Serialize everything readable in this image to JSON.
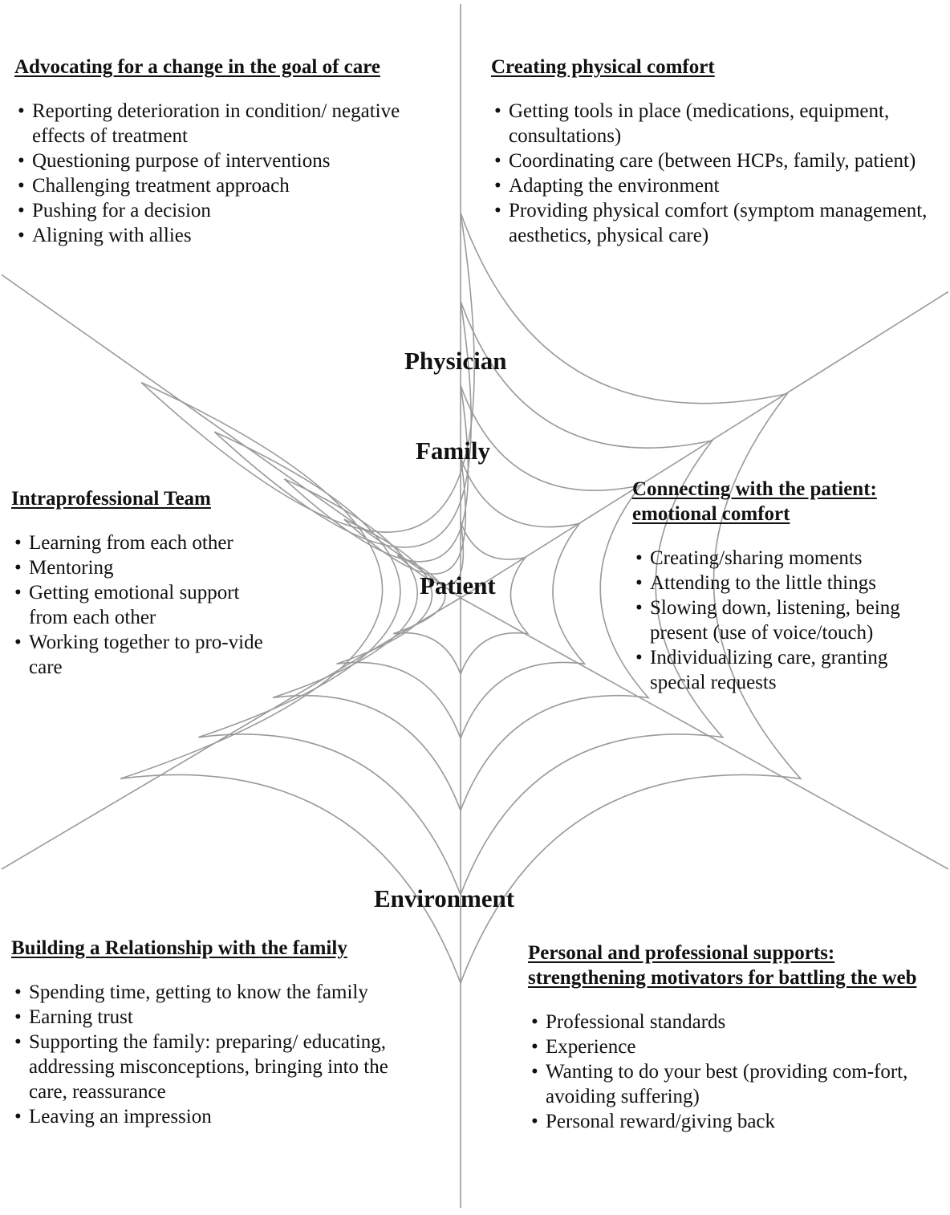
{
  "diagram": {
    "center_labels": {
      "physician": "Physician",
      "family": "Family",
      "patient": "Patient",
      "environment": "Environment"
    },
    "sections": {
      "advocating": {
        "heading": "Advocating for a change in the goal of care",
        "items": [
          "Reporting deterioration in condition/ negative effects of treatment",
          "Questioning purpose of interventions",
          "Challenging treatment approach",
          "Pushing for a decision",
          "Aligning with allies"
        ]
      },
      "physical_comfort": {
        "heading": "Creating physical comfort",
        "items": [
          "Getting tools in place (medications, equipment, consultations)",
          "Coordinating care (between HCPs, family, patient)",
          "Adapting the environment",
          "Providing physical comfort (symptom management, aesthetics, physical care)"
        ]
      },
      "intraprofessional": {
        "heading": "Intraprofessional Team",
        "items": [
          "Learning from each other",
          "Mentoring",
          "Getting emotional support from each other",
          "Working together to pro-vide care"
        ]
      },
      "emotional_comfort": {
        "heading": "Connecting with the patient: emotional comfort",
        "items": [
          "Creating/sharing moments",
          "Attending to the little things",
          "Slowing down, listening, being present (use of voice/touch)",
          "Individualizing care, granting special requests"
        ]
      },
      "relationship": {
        "heading": "Building a Relationship with the family",
        "items": [
          "Spending time, getting to know the family",
          "Earning trust",
          "Supporting the family: preparing/ educating, addressing misconceptions, bringing into the care, reassurance",
          "Leaving an impression"
        ]
      },
      "supports": {
        "heading": "Personal and professional supports: strengthening motivators for battling the web",
        "items": [
          "Professional standards",
          "Experience",
          "Wanting to do your best (providing com-fort, avoiding suffering)",
          "Personal reward/giving back"
        ]
      }
    },
    "colors": {
      "web_line": "#9a9a9a",
      "text": "#111111"
    }
  }
}
